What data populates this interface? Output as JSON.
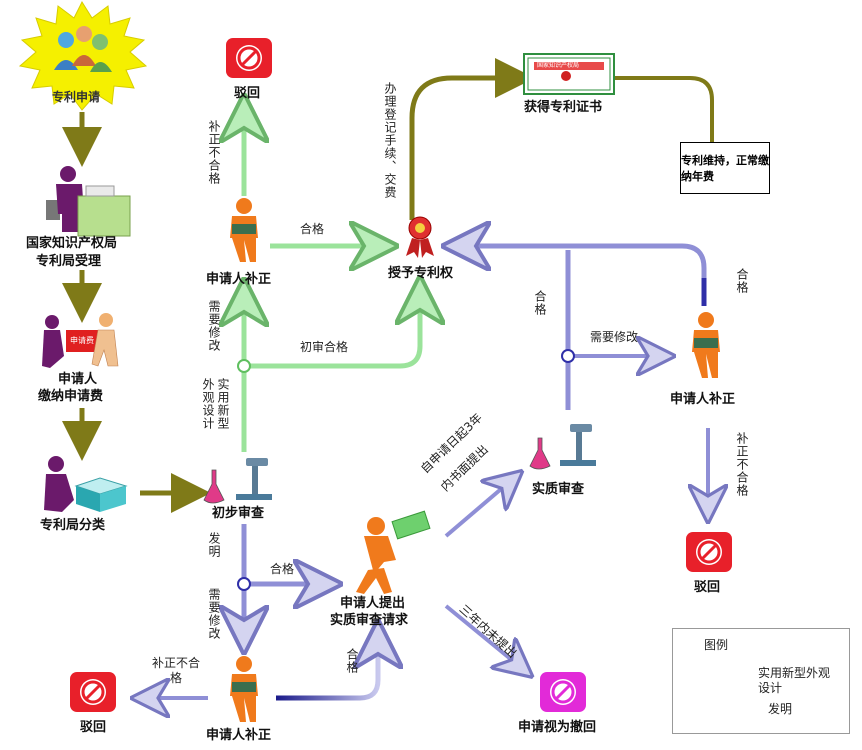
{
  "nodes": {
    "apply": "专利申请",
    "cnipa_line1": "国家知识产权局",
    "cnipa_line2": "专利局受理",
    "pay_line1": "申请人",
    "pay_line2": "缴纳申请费",
    "pay_receipt": "申请费",
    "classify": "专利局分类",
    "prelim": "初步审查",
    "correct_top": "申请人补正",
    "reject_top": "驳回",
    "grant": "授予专利权",
    "certificate": "获得专利证书",
    "cert_banner": "国家知识产权局",
    "maintain": "专利维持，正常缴纳年费",
    "request_line1": "申请人提出",
    "request_line2": "实质审查请求",
    "substantive": "实质审查",
    "correct_right": "申请人补正",
    "reject_right": "驳回",
    "correct_bottom": "申请人补正",
    "reject_bottom": "驳回",
    "withdrawn": "申请视为撤回"
  },
  "edges": {
    "fail_top": "补正不合格",
    "pass_top": "合格",
    "register": "办理登记手续、交费",
    "need_fix_top": "需要修改",
    "first_pass": "初审合格",
    "utility_design": "实用新型外观设计",
    "invention": "发明",
    "pass_mid": "合格",
    "need_fix_bottom": "需要修改",
    "fail_bottom": "补正不合格",
    "pass_bottom": "合格",
    "within3_line1": "自申请日起3年",
    "within3_line2": "内书面提出",
    "not_within3": "三年内未提出",
    "pass_right_vertical": "合格",
    "pass_right": "合格",
    "need_fix_right": "需要修改",
    "fail_right": "补正不合格"
  },
  "legend": {
    "title": "图例",
    "item1": "实用新型外观设计",
    "item2": "发明"
  },
  "colors": {
    "olive": "#7f7a18",
    "green_line": "#9be39b",
    "blue_line": "#8f8fd6",
    "blue_dark": "#2f2fa8",
    "reject_red": "#e8202a",
    "withdraw_magenta": "#e22ad8",
    "person_orange": "#f07a1c"
  }
}
